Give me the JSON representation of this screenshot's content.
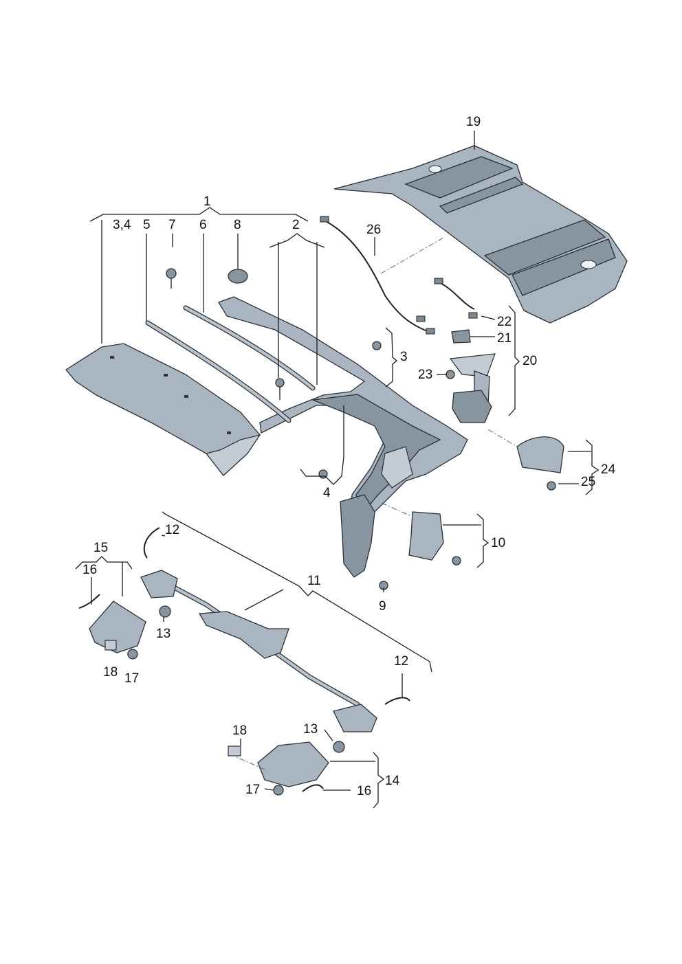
{
  "callouts": [
    {
      "id": "c1",
      "text": "1"
    },
    {
      "id": "c2",
      "text": "2"
    },
    {
      "id": "c3-4",
      "text": "3,4"
    },
    {
      "id": "c5",
      "text": "5"
    },
    {
      "id": "c7",
      "text": "7"
    },
    {
      "id": "c6",
      "text": "6"
    },
    {
      "id": "c8",
      "text": "8"
    },
    {
      "id": "c19",
      "text": "19"
    },
    {
      "id": "c26",
      "text": "26"
    },
    {
      "id": "c22",
      "text": "22"
    },
    {
      "id": "c21",
      "text": "21"
    },
    {
      "id": "c3",
      "text": "3"
    },
    {
      "id": "c20",
      "text": "20"
    },
    {
      "id": "c23",
      "text": "23"
    },
    {
      "id": "c24",
      "text": "24"
    },
    {
      "id": "c25",
      "text": "25"
    },
    {
      "id": "c4",
      "text": "4"
    },
    {
      "id": "c10",
      "text": "10"
    },
    {
      "id": "c9",
      "text": "9"
    },
    {
      "id": "c11",
      "text": "11"
    },
    {
      "id": "c12a",
      "text": "12"
    },
    {
      "id": "c15",
      "text": "15"
    },
    {
      "id": "c16a",
      "text": "16"
    },
    {
      "id": "c13a",
      "text": "13"
    },
    {
      "id": "c18a",
      "text": "18"
    },
    {
      "id": "c17a",
      "text": "17"
    },
    {
      "id": "c12b",
      "text": "12"
    },
    {
      "id": "c18b",
      "text": "18"
    },
    {
      "id": "c13b",
      "text": "13"
    },
    {
      "id": "c14",
      "text": "14"
    },
    {
      "id": "c17b",
      "text": "17"
    },
    {
      "id": "c16b",
      "text": "16"
    }
  ]
}
